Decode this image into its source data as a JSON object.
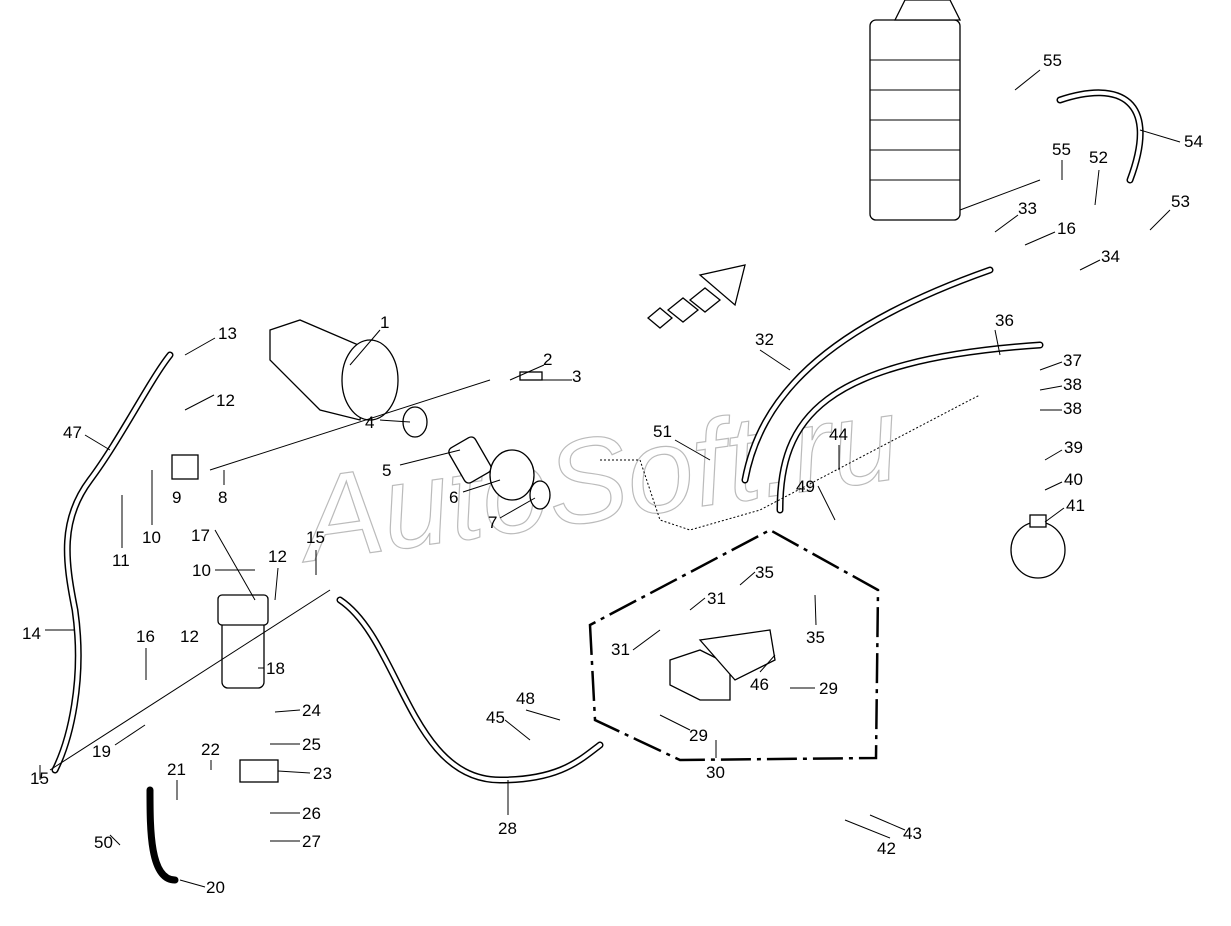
{
  "watermark": "AutoSoft.ru",
  "colors": {
    "line": "#000000",
    "background": "#ffffff",
    "watermark": "#bbbbbb"
  },
  "flow_arrow_icon": "arrow-right-dashed",
  "labels": [
    "1",
    "2",
    "3",
    "4",
    "5",
    "6",
    "7",
    "8",
    "9",
    "10",
    "11",
    "12",
    "13",
    "47",
    "14",
    "15",
    "16",
    "12",
    "19",
    "17",
    "10",
    "12",
    "15",
    "18",
    "24",
    "25",
    "23",
    "22",
    "21",
    "26",
    "27",
    "50",
    "20",
    "28",
    "45",
    "48",
    "29",
    "29",
    "30",
    "31",
    "31",
    "35",
    "35",
    "46",
    "49",
    "44",
    "51",
    "32",
    "36",
    "37",
    "38",
    "38",
    "39",
    "40",
    "41",
    "33",
    "16",
    "34",
    "52",
    "53",
    "54",
    "55",
    "55",
    "42",
    "43"
  ]
}
